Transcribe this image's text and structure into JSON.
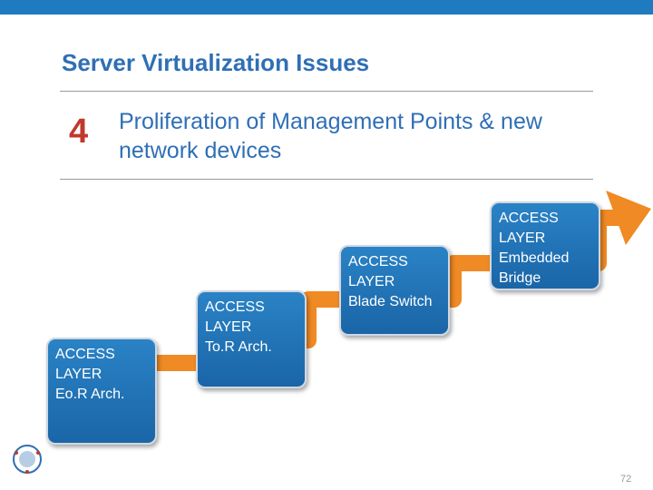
{
  "slide": {
    "title": "Server Virtualization Issues",
    "issue_number": "4",
    "issue_text": "Proliferation of Management Points & new network devices",
    "page_number": "72"
  },
  "steps": [
    {
      "lines": [
        "ACCESS",
        "LAYER",
        "Eo.R Arch."
      ]
    },
    {
      "lines": [
        "ACCESS",
        "LAYER",
        "To.R Arch."
      ]
    },
    {
      "lines": [
        "ACCESS",
        "LAYER",
        "Blade Switch"
      ]
    },
    {
      "lines": [
        "ACCESS",
        "LAYER",
        "Embedded",
        "Bridge"
      ]
    }
  ],
  "logo": {
    "text": ""
  },
  "colors": {
    "accent": "#1f7bbf",
    "title": "#2f6fb5",
    "number": "#c0392b",
    "arrow": "#f08a24",
    "box": "#1f70b4"
  }
}
